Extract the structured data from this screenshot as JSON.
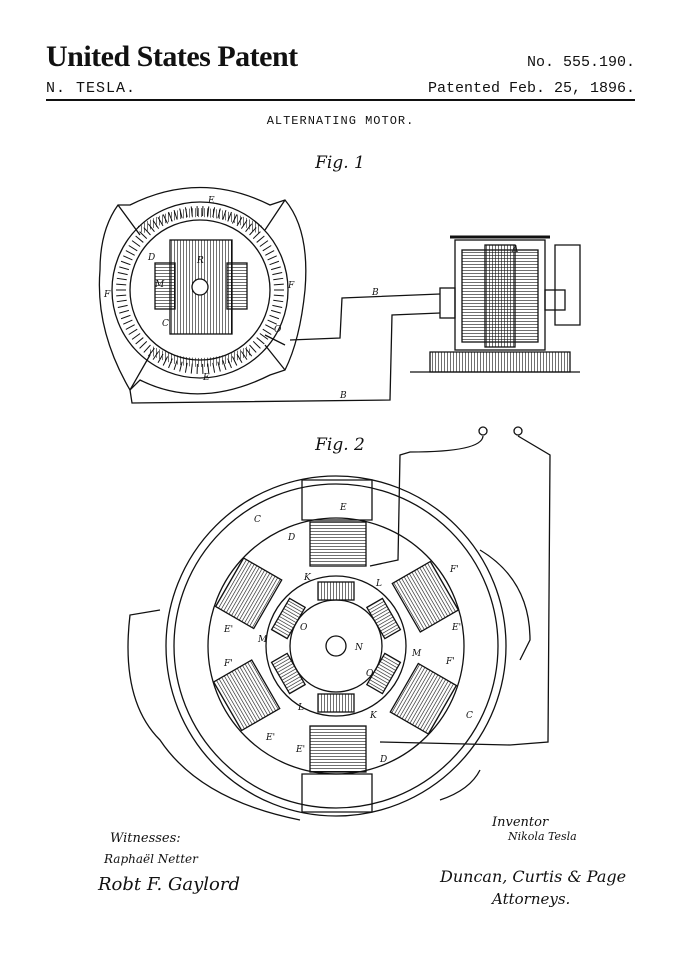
{
  "header": {
    "title": "United States Patent",
    "patent_number": "No. 555.190.",
    "inventor": "N. TESLA.",
    "date": "Patented Feb. 25, 1896."
  },
  "invention_title": "ALTERNATING MOTOR.",
  "figures": {
    "fig1_label": "Fig. 1",
    "fig2_label": "Fig. 2"
  },
  "fig1_labels": {
    "e_top": "E",
    "r": "R",
    "b1": "B",
    "b2": "B",
    "a": "A",
    "m": "M",
    "f_right": "F",
    "f_left": "F",
    "o": "O",
    "c": "C",
    "e_bottom": "E",
    "d": "D"
  },
  "fig2_labels": {
    "e_top": "E",
    "d_top": "D",
    "c_left": "C",
    "c_right": "C",
    "f_right": "F'",
    "k_top": "K",
    "l_top": "L",
    "e1_left": "E'",
    "e1_right": "E'",
    "m_left": "M",
    "o_left": "O",
    "n": "N",
    "o_right": "O",
    "m_right": "M",
    "f1_right": "F'",
    "f_left": "F'",
    "l_bottom": "L",
    "k_bottom": "K",
    "e_bottom": "E'",
    "e_bottom2": "E'",
    "d_bottom": "D"
  },
  "signatures": {
    "witnesses_label": "Witnesses:",
    "witness1": "Raphaël Netter",
    "witness2": "Robt F. Gaylord",
    "inventor_label": "Inventor",
    "inventor_sig": "Nikola Tesla",
    "attorneys_sig": "Duncan, Curtis & Page",
    "attorneys_label": "Attorneys."
  }
}
